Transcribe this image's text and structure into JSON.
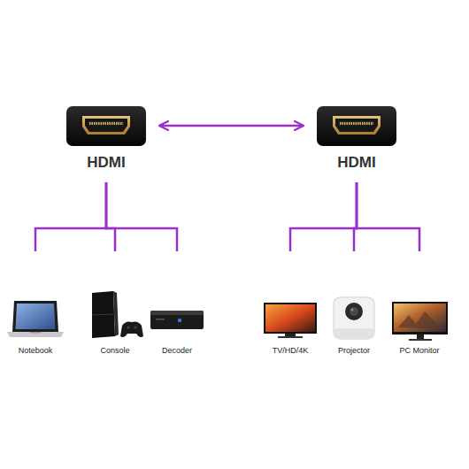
{
  "diagram": {
    "nodes": [
      {
        "text": [
          "HDMI"
        ]
      },
      {
        "text": [
          "HDMI"
        ]
      },
      {
        "text": [
          "Notebook"
        ]
      },
      {
        "text": [
          "Console"
        ]
      },
      {
        "text": [
          "Decoder"
        ]
      },
      {
        "text": [
          "TV/HD/4K"
        ]
      },
      {
        "text": [
          "Projector"
        ]
      },
      {
        "text": [
          "PC Monitor"
        ]
      }
    ],
    "edges": [
      {
        "from": 0,
        "to": 1,
        "arrow": "both"
      },
      {
        "from": 0,
        "to": 2,
        "arrow": "none"
      },
      {
        "from": 0,
        "to": 3,
        "arrow": "none"
      },
      {
        "from": 0,
        "to": 4,
        "arrow": "none"
      },
      {
        "from": 1,
        "to": 5,
        "arrow": "none"
      },
      {
        "from": 1,
        "to": 6,
        "arrow": "none"
      },
      {
        "from": 1,
        "to": 7,
        "arrow": "none"
      }
    ]
  }
}
